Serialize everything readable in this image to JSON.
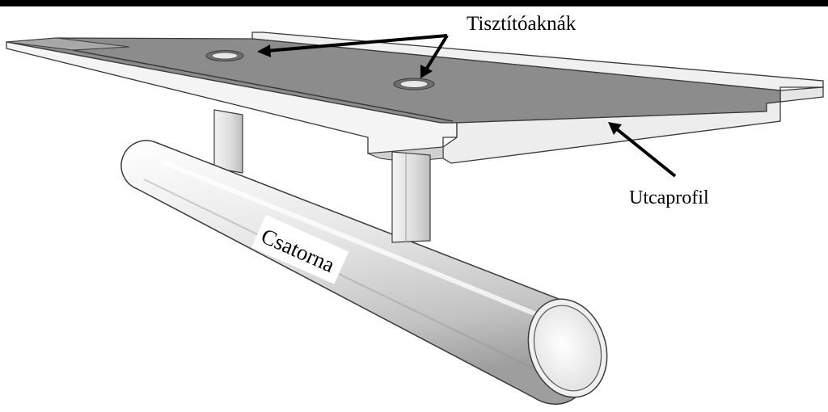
{
  "labels": {
    "manholes": "Tisztítóaknák",
    "street_profile": "Utcaprofil",
    "sewer": "Csatorna"
  },
  "colors": {
    "road_surface": "#8c8c8c",
    "slab_edge": "#f2f2f2",
    "outline": "#3a3a3a",
    "pipe_light": "#f7f7f7",
    "pipe_shade": "#bdbdbd",
    "top_bar": "#000000"
  }
}
